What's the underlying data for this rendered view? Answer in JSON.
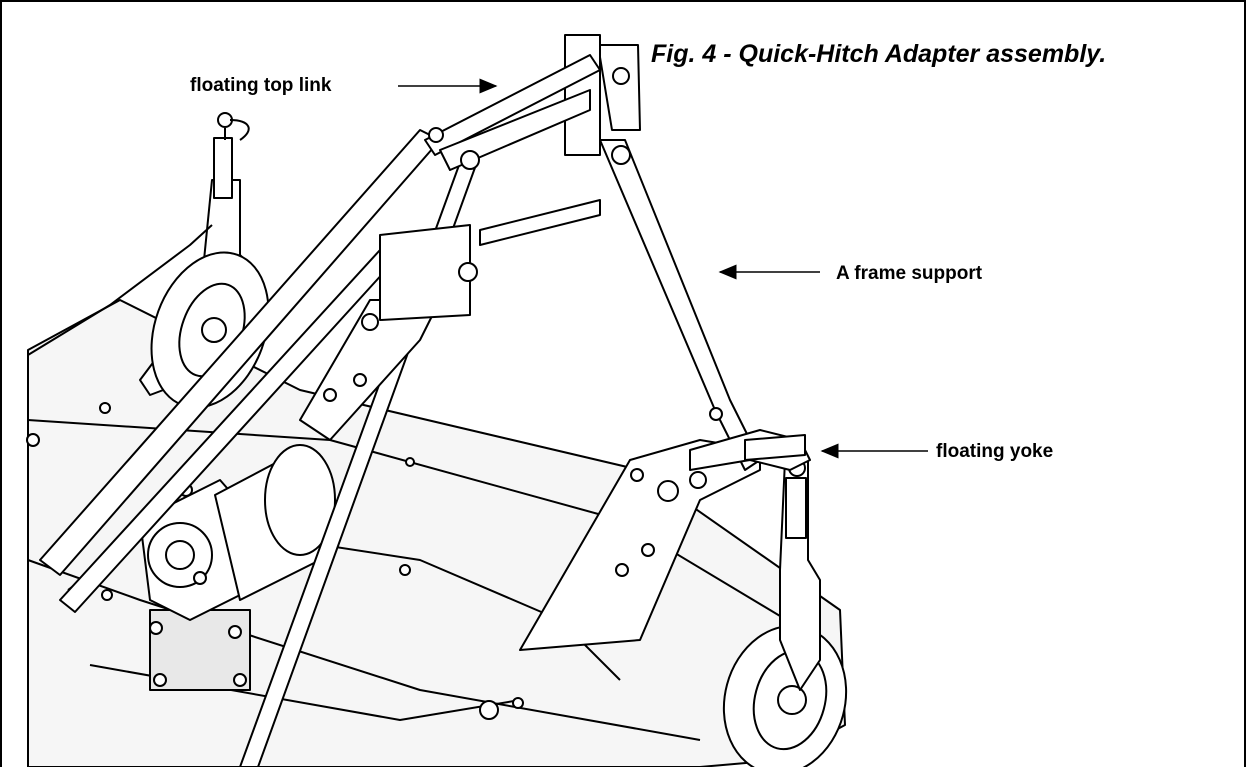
{
  "figure": {
    "caption": "Fig. 4 - Quick-Hitch Adapter assembly."
  },
  "callouts": [
    {
      "id": "floating-top-link",
      "text": "floating top link"
    },
    {
      "id": "a-frame-support",
      "text": "A frame support"
    },
    {
      "id": "floating-yoke",
      "text": "floating yoke"
    }
  ],
  "colors": {
    "line": "#000000",
    "fill": "#ffffff",
    "deck_shade": "#f2f2f2"
  }
}
